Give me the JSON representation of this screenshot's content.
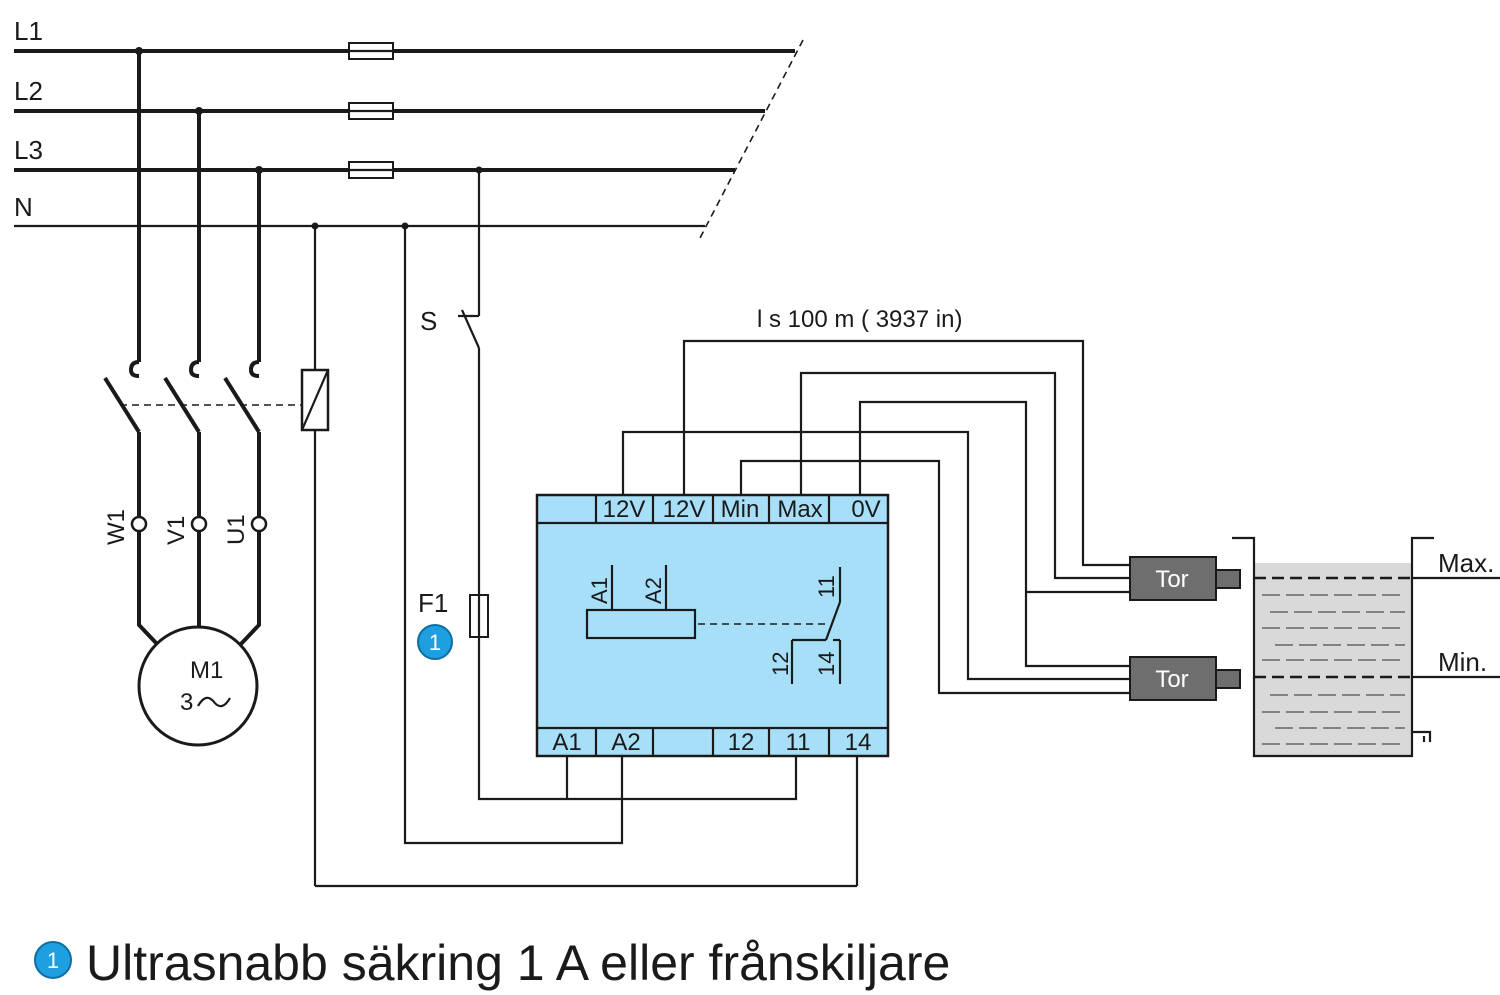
{
  "lines": {
    "l1": "L1",
    "l2": "L2",
    "l3": "L3",
    "n": "N"
  },
  "switch_label": "S",
  "fuse_label": "F1",
  "fuse_callout": "1",
  "motor": {
    "name": "M1",
    "phases": "3"
  },
  "motor_terminals": {
    "w1": "W1",
    "v1": "V1",
    "u1": "U1"
  },
  "cable_note": "l s 100 m ( 3937 in)",
  "relay": {
    "top_terminals": [
      "12V",
      "12V",
      "Min",
      "Max",
      "0V"
    ],
    "bottom_terminals": [
      "A1",
      "A2",
      "12",
      "11",
      "14"
    ],
    "coil_a1": "A1",
    "coil_a2": "A2",
    "contact_11": "11",
    "contact_12": "12",
    "contact_14": "14"
  },
  "sensors": {
    "upper": "Tor",
    "lower": "Tor"
  },
  "tank_levels": {
    "max": "Max.",
    "min": "Min."
  },
  "legend": {
    "marker": "1",
    "text": "Ultrasnabb säkring 1 A eller frånskiljare"
  },
  "colors": {
    "relay_fill": "#a8dff8",
    "callout_fill": "#1ea0e0",
    "sensor_fill": "#6e6e6e",
    "tank_fill": "#d9d9d9"
  }
}
